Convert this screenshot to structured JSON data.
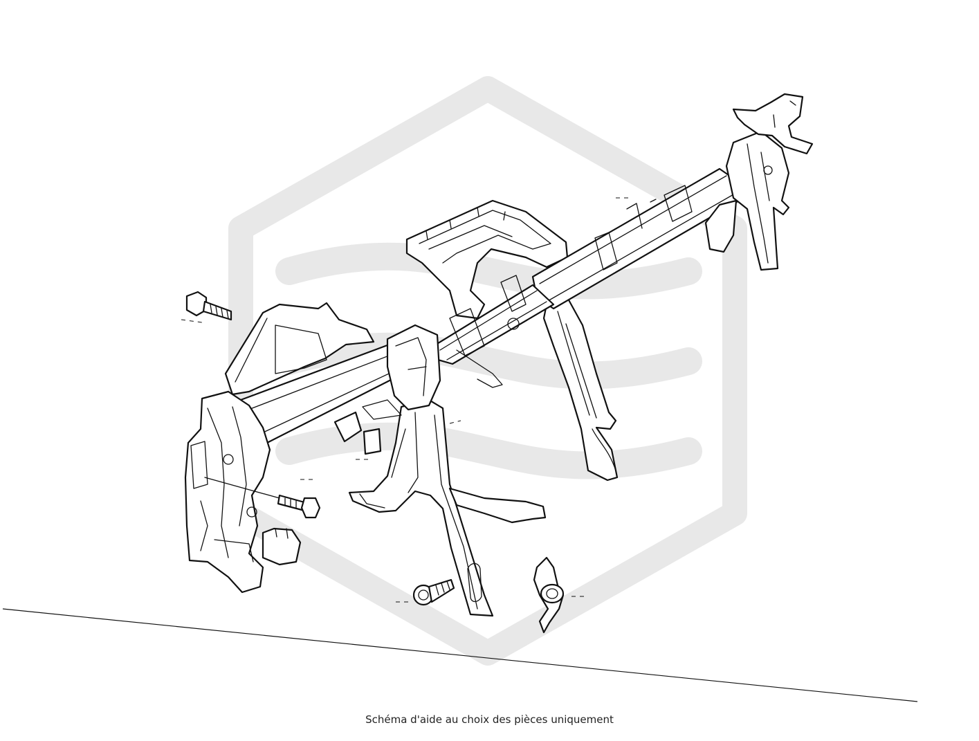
{
  "caption": "Schéma d'aide au choix des pièces uniquement",
  "colors": {
    "background": "#ffffff",
    "line_art": "#111111",
    "watermark": "#e8e8e8",
    "caption_text": "#222222"
  },
  "watermark": {
    "icon": "hexagon-stripes-logo-icon"
  },
  "parts": [
    {
      "name": "cross-car-beam-tube",
      "icon": "beam-icon"
    },
    {
      "name": "left-end-bracket",
      "icon": "bracket-icon"
    },
    {
      "name": "right-end-bracket",
      "icon": "bracket-icon"
    },
    {
      "name": "steering-column-frame",
      "icon": "frame-icon"
    },
    {
      "name": "center-support-legs",
      "icon": "support-icon"
    },
    {
      "name": "right-hanging-brace",
      "icon": "brace-icon"
    },
    {
      "name": "flange-bolt-top-left",
      "icon": "bolt-icon"
    },
    {
      "name": "flange-bolt-lower-left",
      "icon": "bolt-icon"
    },
    {
      "name": "flange-screw-bottom",
      "icon": "screw-icon"
    },
    {
      "name": "clip-bracket-bottom-right",
      "icon": "clip-icon"
    },
    {
      "name": "small-block-bracket",
      "icon": "block-icon"
    }
  ]
}
